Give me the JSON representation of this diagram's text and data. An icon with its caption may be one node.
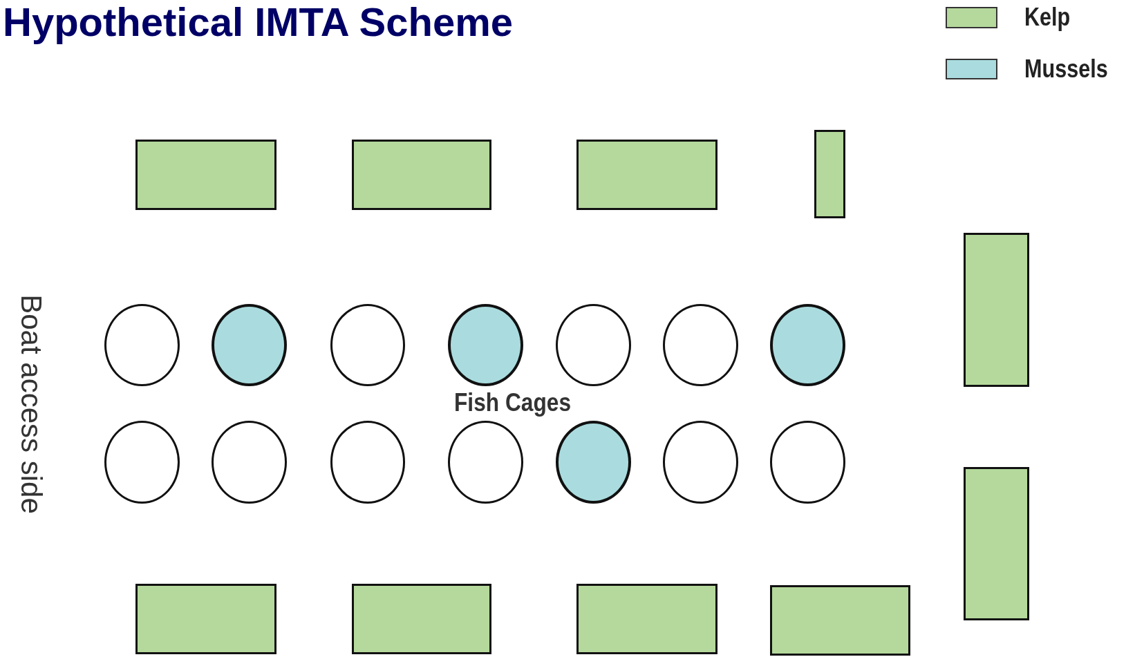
{
  "diagram": {
    "title": "Hypothetical IMTA Scheme",
    "nodes": [
      {
        "text": [],
        "shape": "box"
      },
      {
        "text": [],
        "shape": "box"
      },
      {
        "text": [],
        "shape": "box"
      },
      {
        "text": [],
        "shape": "box"
      },
      {
        "text": [],
        "shape": "box"
      },
      {
        "text": [],
        "shape": "circle"
      },
      {
        "text": [],
        "shape": "circle"
      },
      {
        "text": [],
        "shape": "circle"
      },
      {
        "text": [],
        "shape": "circle"
      },
      {
        "text": [],
        "shape": "circle"
      },
      {
        "text": [],
        "shape": "circle"
      },
      {
        "text": [],
        "shape": "circle"
      },
      {
        "text": [],
        "shape": "circle"
      },
      {
        "text": [],
        "shape": "circle"
      },
      {
        "text": [],
        "shape": "circle"
      },
      {
        "text": [],
        "shape": "circle"
      },
      {
        "text": [],
        "shape": "circle"
      },
      {
        "text": [],
        "shape": "circle"
      },
      {
        "text": [],
        "shape": "circle"
      },
      {
        "text": [],
        "shape": "box"
      },
      {
        "text": [],
        "shape": "box"
      },
      {
        "text": [],
        "shape": "box"
      },
      {
        "text": [],
        "shape": "box"
      },
      {
        "text": [],
        "shape": "box"
      }
    ],
    "edges": [],
    "labels": [
      "Boat access side",
      "Fish Cages"
    ],
    "legend": [
      {
        "text": "Kelp",
        "color": "#b5d99c"
      },
      {
        "text": "Mussels",
        "color": "#aadcdf"
      }
    ]
  }
}
